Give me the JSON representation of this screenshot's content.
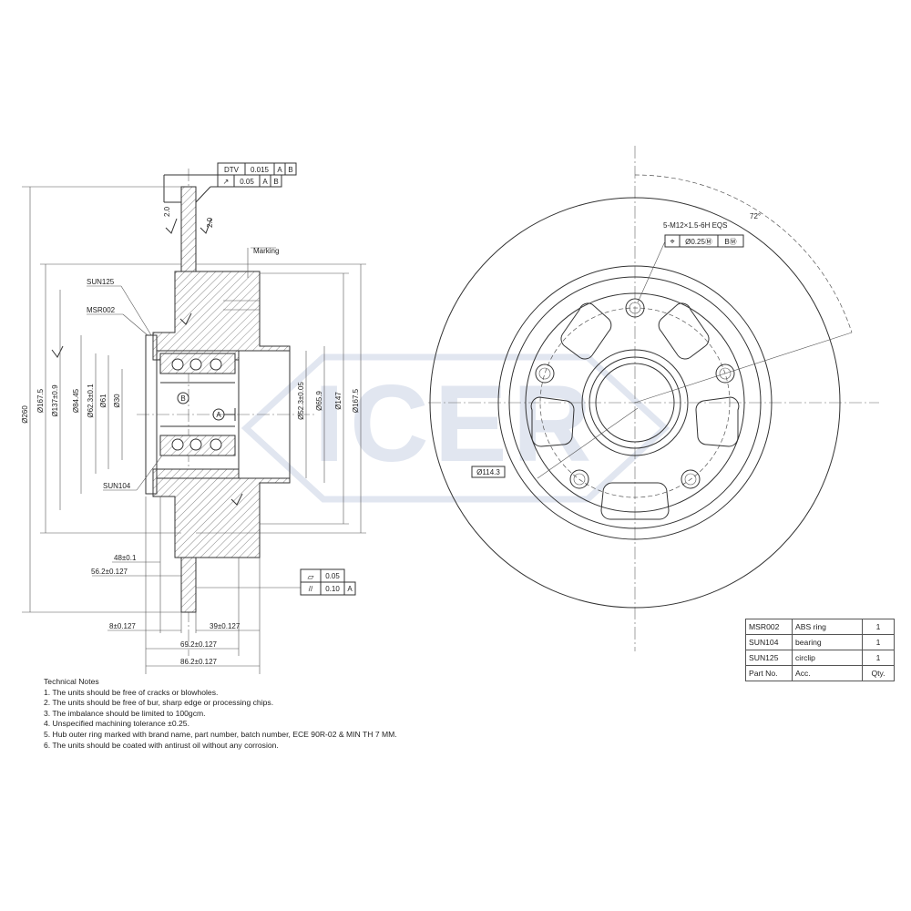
{
  "watermark": "ICER",
  "colors": {
    "line": "#333333",
    "watermark": "#c9d2e4"
  },
  "section": {
    "callouts": {
      "sun125": "SUN125",
      "msr002": "MSR002",
      "sun104": "SUN104",
      "marking": "Marking"
    },
    "fcf_top": [
      [
        "DTV",
        "0.015",
        "A",
        "B"
      ],
      [
        "↗",
        "0.05",
        "A",
        "B"
      ]
    ],
    "fcf_bottom": [
      [
        "▱",
        "0.05"
      ],
      [
        "//",
        "0.10",
        "A"
      ]
    ],
    "surface_marks": [
      "2.0",
      "2.0"
    ],
    "datums": {
      "a": "A",
      "b": "B"
    },
    "vertical_dims": [
      "Ø260",
      "Ø167.5",
      "Ø137±0.9",
      "Ø84.45",
      "Ø62.3±0.1",
      "Ø61",
      "Ø30",
      "Ø52.3±0.05",
      "Ø65.9",
      "Ø147",
      "Ø167.5"
    ],
    "horizontal_dims": [
      "48±0.1",
      "56.2±0.127",
      "8±0.127",
      "39±0.127",
      "69.2±0.127",
      "86.2±0.127"
    ]
  },
  "front": {
    "angle": "72°",
    "thread_spec": "5-M12×1.5-6H EQS",
    "position_fcf": [
      "⌖",
      "Ø0.25Ⓜ",
      "BⓂ"
    ],
    "pcd": "Ø114.3"
  },
  "notes": {
    "title": "Technical Notes",
    "items": [
      "1.  The units should be free of cracks or blowholes.",
      "2.  The units should be free of bur, sharp edge or processing chips.",
      "3.  The imbalance should be limited to 100gcm.",
      "4.  Unspecified machining tolerance ±0.25.",
      "5.  Hub outer ring marked with brand name, part number, batch number, ECE 90R-02 & MIN TH 7 MM.",
      "6.  The units should be coated with antirust oil without any corrosion."
    ]
  },
  "parts_table": {
    "rows": [
      [
        "MSR002",
        "ABS ring",
        "1"
      ],
      [
        "SUN104",
        "bearing",
        "1"
      ],
      [
        "SUN125",
        "circlip",
        "1"
      ]
    ],
    "header": [
      "Part No.",
      "Acc.",
      "Qty."
    ]
  }
}
